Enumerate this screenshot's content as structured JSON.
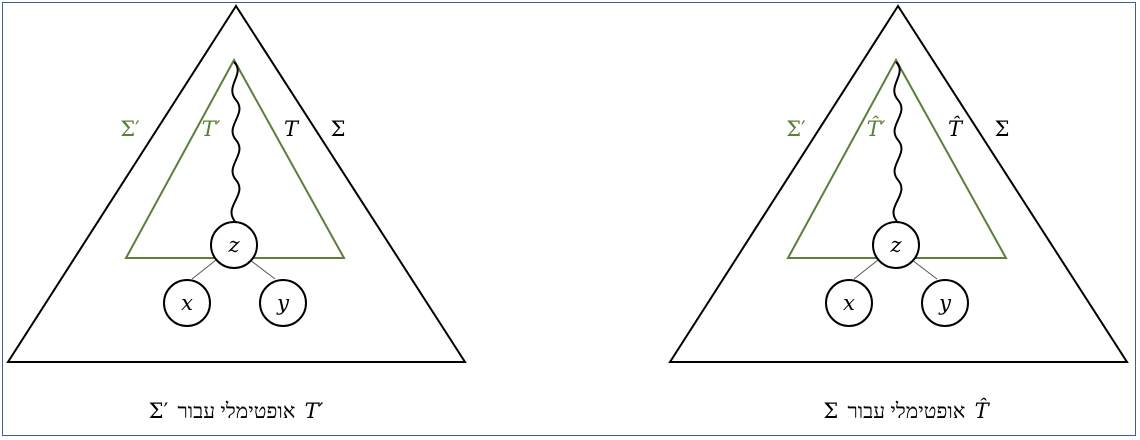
{
  "colors": {
    "outer": "#000000",
    "inner": "#5b7f3a",
    "frame": "#3f5f93"
  },
  "panels": [
    {
      "sigma_outer": "Σ",
      "sigma_inner": "Σ′",
      "tree_inner": "T′",
      "tree_outer": "T",
      "node_root": "z",
      "node_left": "x",
      "node_right": "y",
      "caption_math": "T′",
      "caption_text": "אופטימלי עבור",
      "caption_sym": "Σ′"
    },
    {
      "sigma_outer": "Σ",
      "sigma_inner": "Σ′",
      "tree_inner": "T̂′",
      "tree_outer": "T̂",
      "node_root": "z",
      "node_left": "x",
      "node_right": "y",
      "caption_math": "T̂",
      "caption_text": "אופטימלי עבור",
      "caption_sym": "Σ"
    }
  ]
}
